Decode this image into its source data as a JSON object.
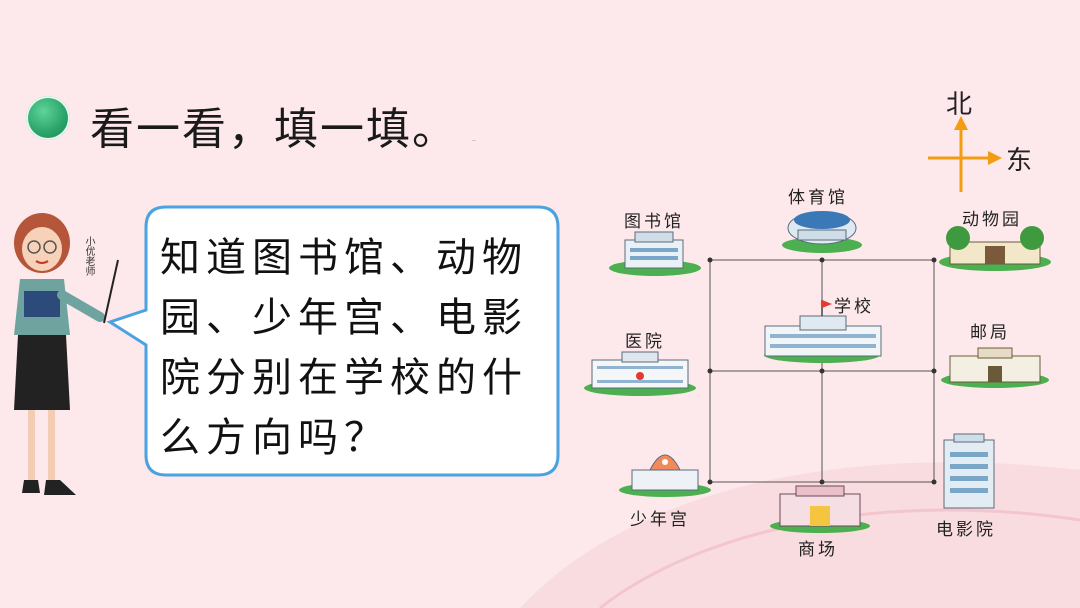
{
  "heading": "看一看，填一填。",
  "heading_mark": "..",
  "question": "知道图书馆、动物园、少年宫、电影院分别在学校的什么方向吗？",
  "teacher_label": "小优老师",
  "compass": {
    "north": "北",
    "east": "东"
  },
  "places": {
    "library": "图书馆",
    "gym": "体育馆",
    "zoo": "动物园",
    "school": "学校",
    "hospital": "医院",
    "post_office": "邮局",
    "youth_palace": "少年宫",
    "mall": "商场",
    "cinema": "电影院"
  },
  "colors": {
    "background": "#fde9ec",
    "bubble_border": "#4aa3e0",
    "bullet": "#2aa46a",
    "compass_arrow": "#f39c12"
  }
}
